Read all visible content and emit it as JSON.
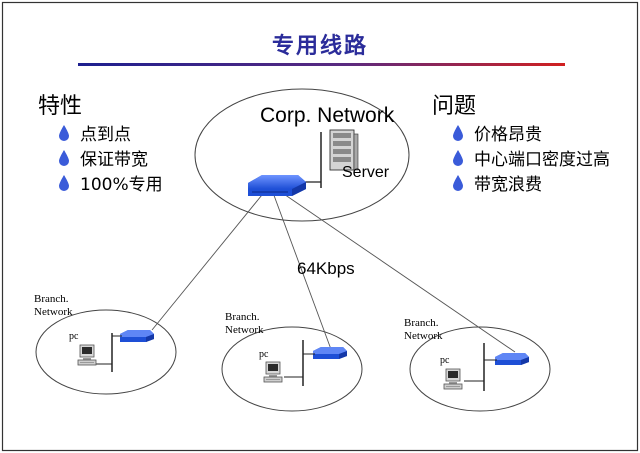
{
  "title": "专用线路",
  "features": {
    "heading": "特性",
    "items": [
      "点到点",
      "保证带宽",
      "100%专用"
    ]
  },
  "problems": {
    "heading": "问题",
    "items": [
      "价格昂贵",
      "中心端口密度过高",
      "带宽浪费"
    ]
  },
  "diagram": {
    "corp_label": "Corp. Network",
    "server_label": "Server",
    "speed_label": "64Kbps",
    "branches": [
      {
        "label_line1": "Branch.",
        "label_line2": "Network",
        "pc_label": "pc"
      },
      {
        "label_line1": "Branch.",
        "label_line2": "Network",
        "pc_label": "pc"
      },
      {
        "label_line1": "Branch.",
        "label_line2": "Network",
        "pc_label": "pc"
      }
    ]
  },
  "colors": {
    "title": "#2b2c9a",
    "bullet": "#3a5bd9",
    "router": "#1e4fd6",
    "rule_left": "#1d1f8f",
    "rule_right": "#d12020"
  }
}
